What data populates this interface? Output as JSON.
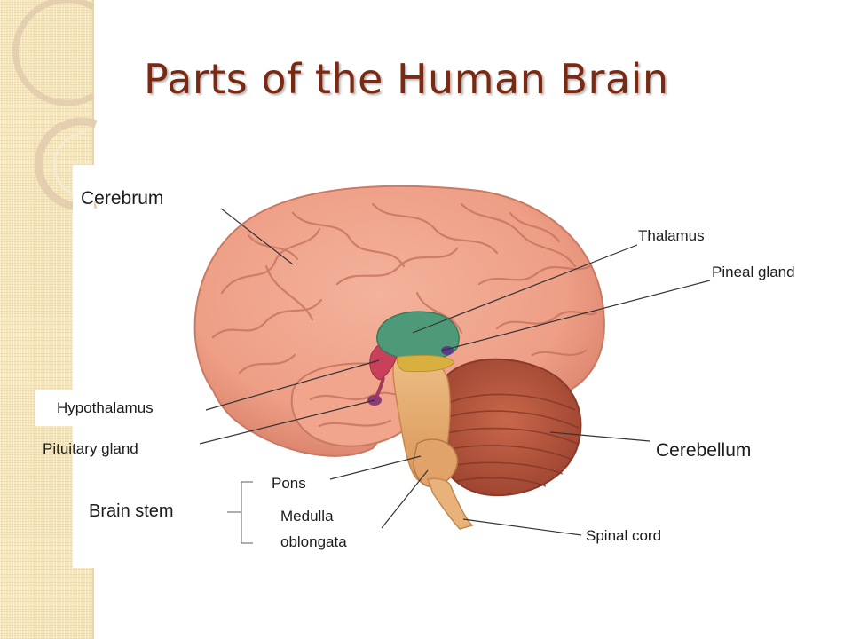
{
  "title": "Parts of the Human Brain",
  "labels": {
    "cerebrum": "Cerebrum",
    "thalamus": "Thalamus",
    "pineal_gland": "Pineal gland",
    "hypothalamus": "Hypothalamus",
    "pituitary_gland": "Pituitary gland",
    "cerebellum": "Cerebellum",
    "pons": "Pons",
    "brain_stem": "Brain stem",
    "medulla_line1": "Medulla",
    "medulla_line2": "oblongata",
    "spinal_cord": "Spinal cord"
  },
  "colors": {
    "title": "#7a2a12",
    "cerebrum": "#ee9f86",
    "cerebellum": "#b8553a",
    "thalamus": "#4e9a78",
    "brain_stem": "#e8b27a",
    "pineal": "#5a3b8c",
    "strip": "#f6e6b9"
  }
}
